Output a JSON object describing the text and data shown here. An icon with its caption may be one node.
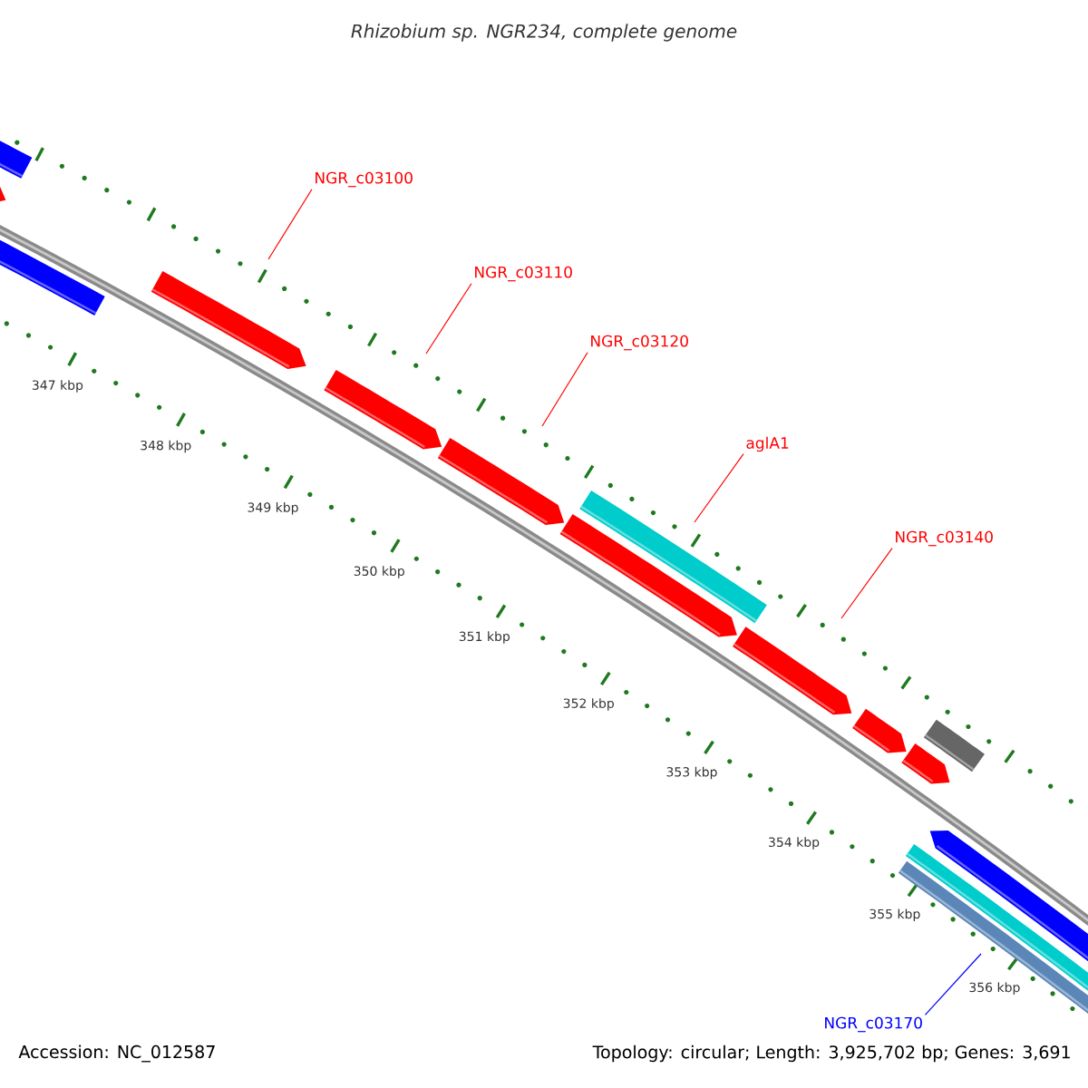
{
  "diagram": {
    "title": "Rhizobium sp. NGR234, complete genome",
    "nodes": [
      {
        "text": [
          "NGR_c03100"
        ]
      },
      {
        "text": [
          "NGR_c03110"
        ]
      },
      {
        "text": [
          "NGR_c03120"
        ]
      },
      {
        "text": [
          "aglA1"
        ]
      },
      {
        "text": [
          "NGR_c03140"
        ]
      },
      {
        "text": [
          "NGR_c03170"
        ]
      }
    ],
    "edges": [
      {
        "from": 0,
        "to": null,
        "arrow": "none"
      },
      {
        "from": 1,
        "to": null,
        "arrow": "none"
      },
      {
        "from": 2,
        "to": null,
        "arrow": "none"
      },
      {
        "from": 3,
        "to": null,
        "arrow": "none"
      },
      {
        "from": 4,
        "to": null,
        "arrow": "none"
      },
      {
        "from": 5,
        "to": null,
        "arrow": "none",
        "color": "#0000ff"
      }
    ],
    "labels": [
      "347 kbp",
      "348 kbp",
      "349 kbp",
      "350 kbp",
      "351 kbp",
      "352 kbp",
      "353 kbp",
      "354 kbp",
      "355 kbp",
      "356 kbp",
      "Accession: NC_012587",
      "Topology: circular; Length: 3,925,702 bp; Genes: 3,691"
    ]
  }
}
